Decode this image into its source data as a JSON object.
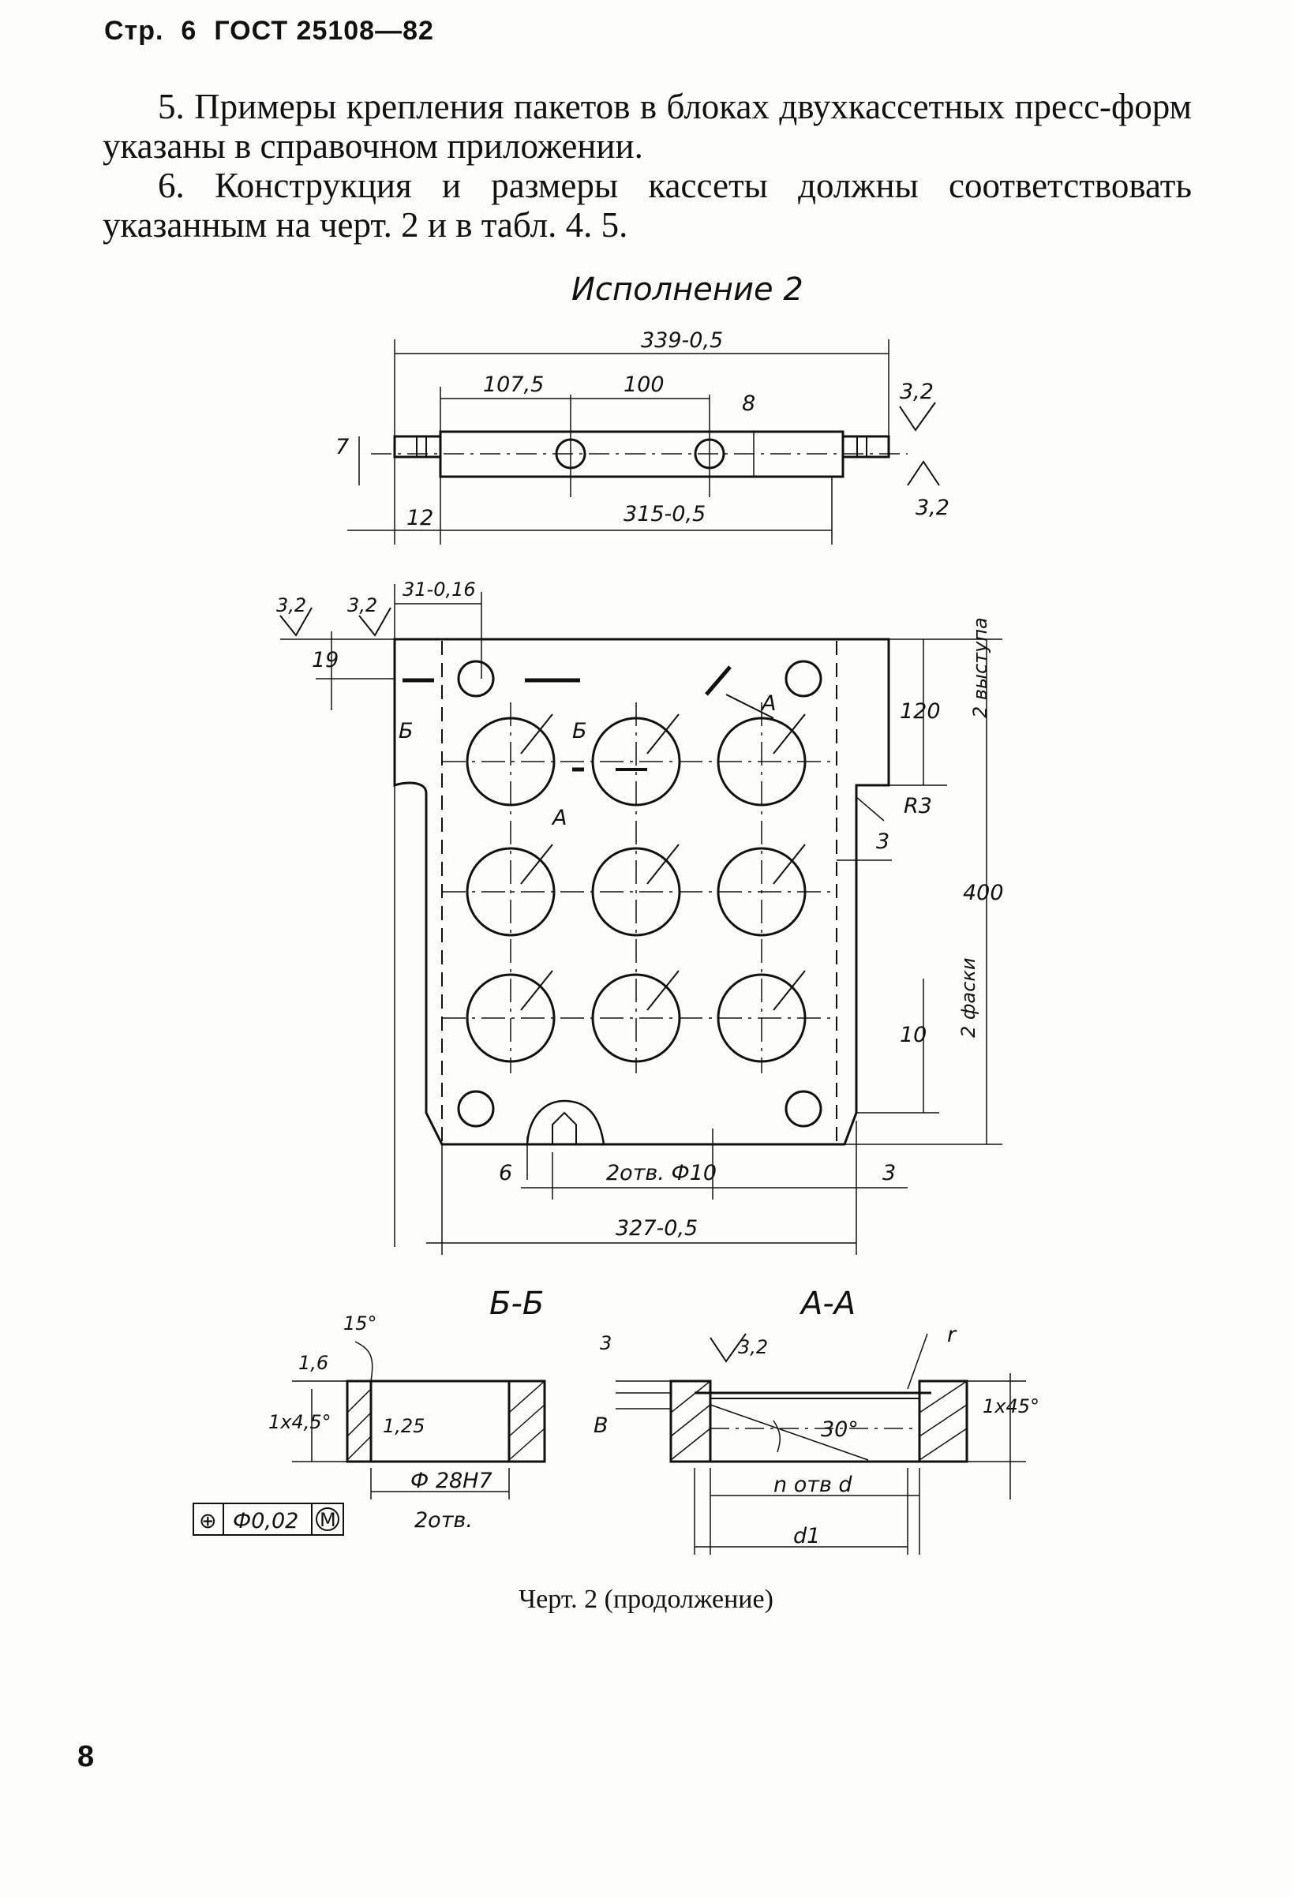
{
  "header": {
    "page_prefix": "Стр.",
    "page_no": "6",
    "std": "ГОСТ 25108—82"
  },
  "paragraphs": [
    "5. Примеры крепления пакетов в блоках двухкассетных пресс-форм указаны в справочном приложении.",
    "6. Конструкция и размеры кассеты должны соответствовать указанным на черт. 2 и в табл. 4. 5."
  ],
  "drawing": {
    "title": "Исполнение 2",
    "top_view": {
      "overall": "339-0,5",
      "d1": "107,5",
      "d2": "100",
      "d8": "8",
      "d7": "7",
      "d12": "12",
      "inner": "315-0,5",
      "rough_top": "3,2",
      "rough_bottom": "3,2"
    },
    "plan_view": {
      "rough_a": "3,2",
      "rough_b": "3,2",
      "w31": "31-0,16",
      "h19": "19",
      "h120": "120",
      "note_120": "2 выступа",
      "r3": "R3",
      "d3_side": "3",
      "h400": "400",
      "h10": "10",
      "note_10": "2 фаски",
      "holes": "2отв. Ф10",
      "d6": "6",
      "d3_bottom": "3",
      "w327": "327-0,5",
      "marks": {
        "b": "Б",
        "a": "А"
      }
    },
    "section_bb": {
      "title": "Б-Б",
      "ang": "15°",
      "d16": "1,6",
      "ch": "1x4,5°",
      "r125": "1,25",
      "dia": "Ф 28Н7",
      "holes": "2отв.",
      "tol_sym": "⊕",
      "tol_val": "Ф0,02",
      "tol_mod": "M"
    },
    "section_aa": {
      "title": "А-А",
      "d3": "3",
      "rough": "3,2",
      "r": "r",
      "ch": "1x45°",
      "B": "В",
      "ang": "30°",
      "n_holes": "n отв d",
      "d1": "d1"
    }
  },
  "caption": "Черт. 2 (продолжение)",
  "page_number": "8"
}
